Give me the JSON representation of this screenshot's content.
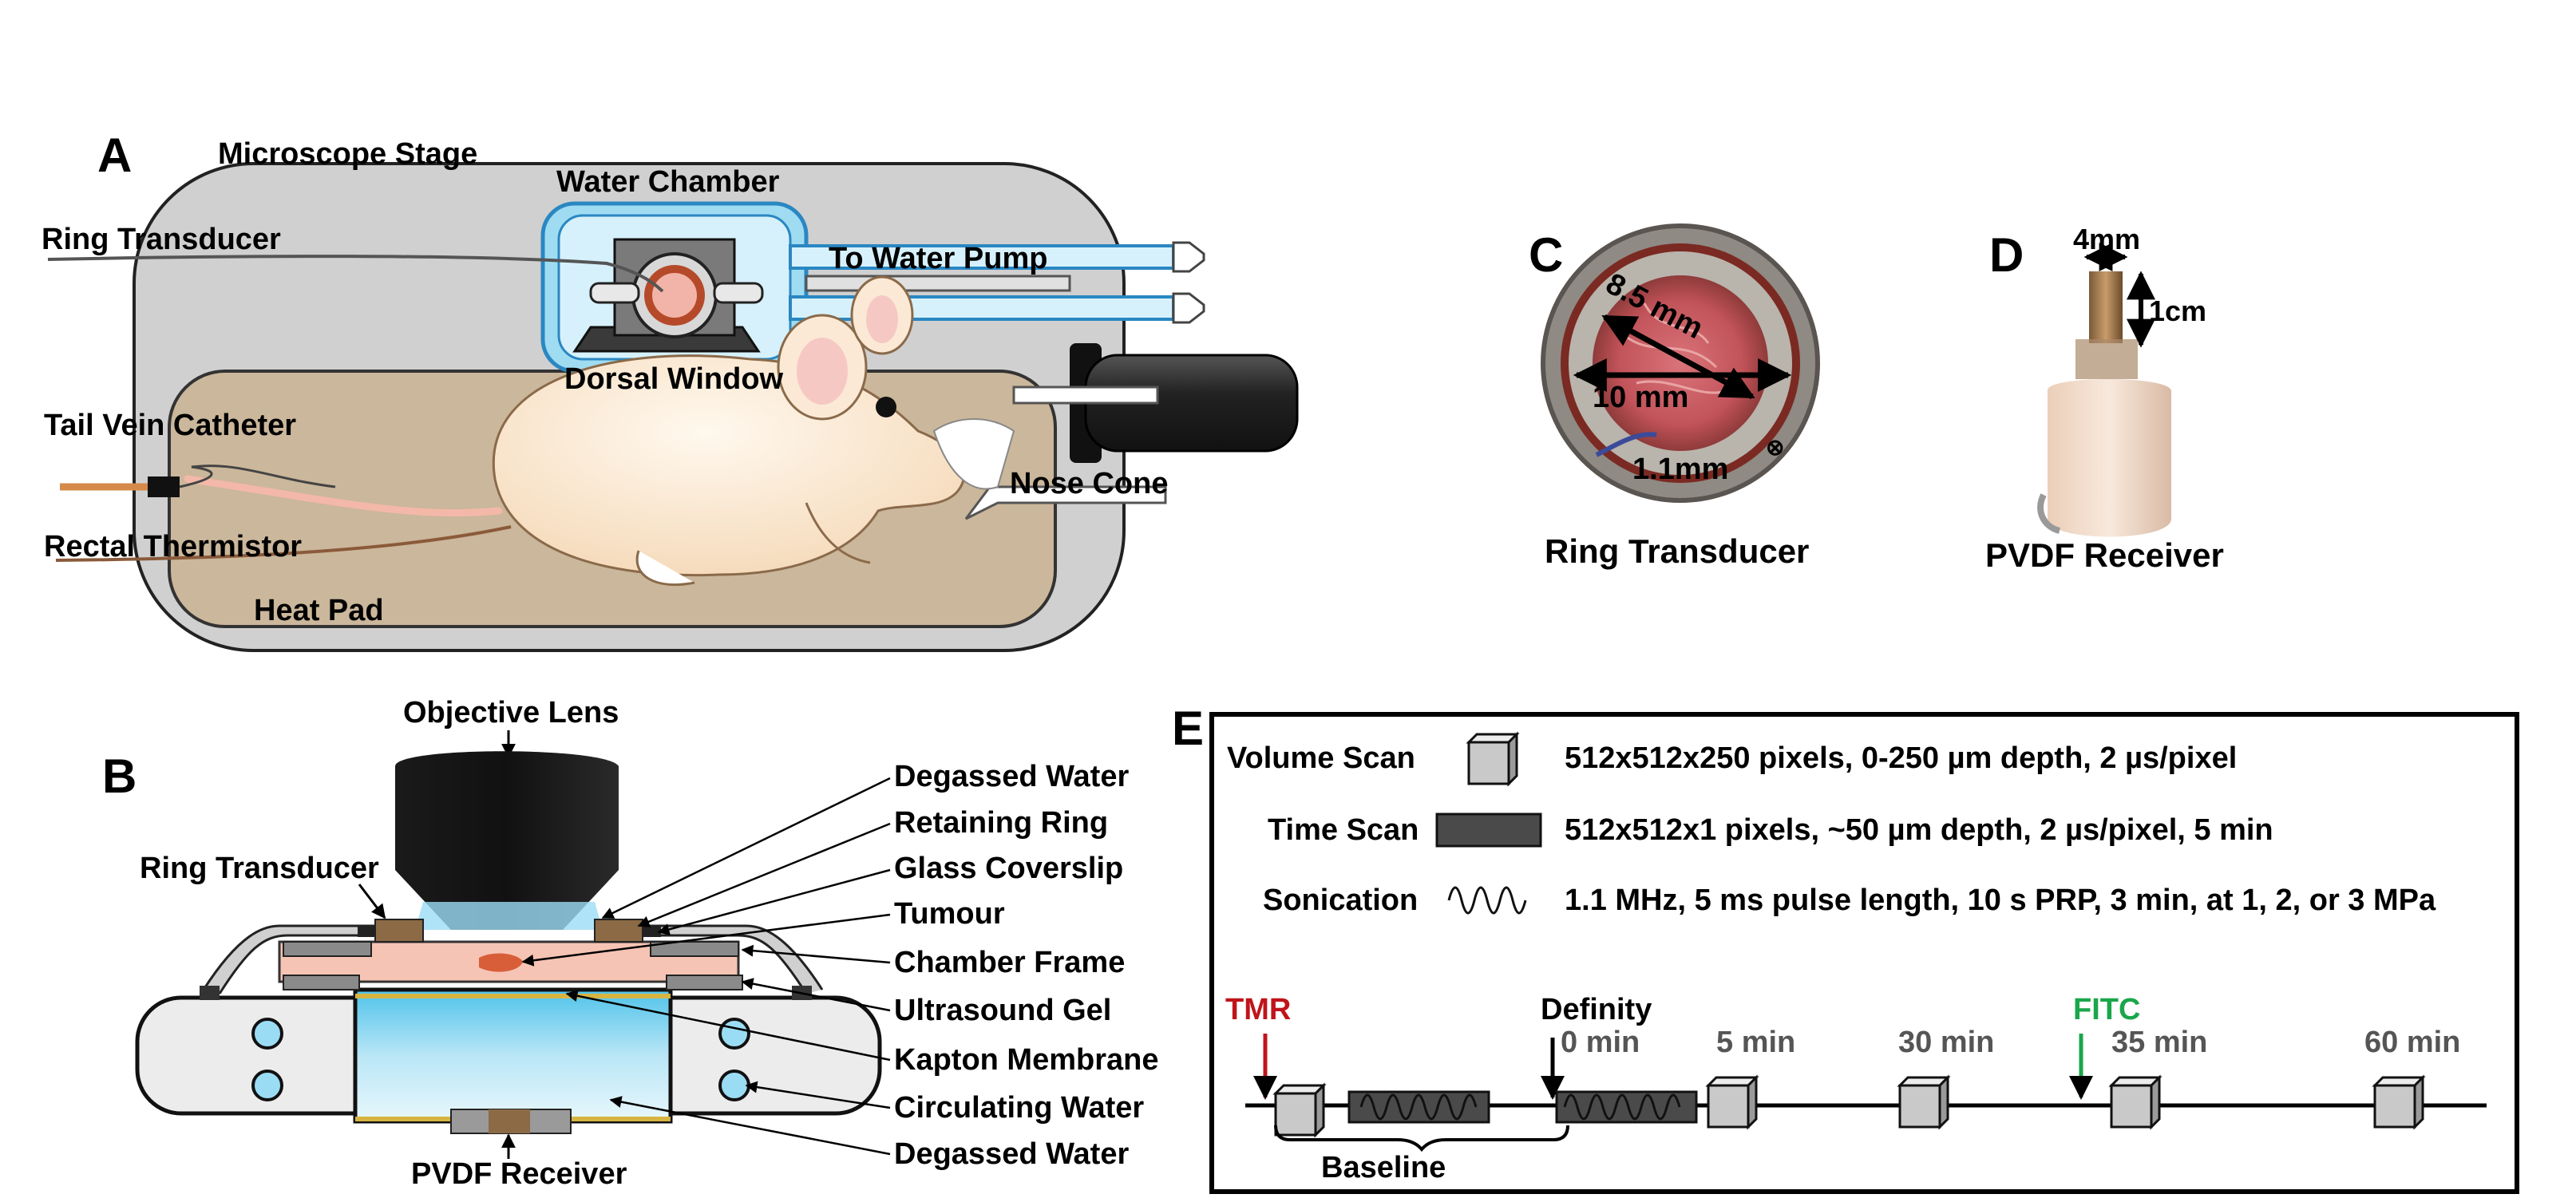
{
  "panel_a": {
    "letter": "A",
    "microscope_stage": "Microscope Stage",
    "water_chamber": "Water Chamber",
    "ring_transducer": "Ring Transducer",
    "to_water_pump": "To Water Pump",
    "dorsal_window": "Dorsal Window",
    "tail_vein_catheter": "Tail Vein Catheter",
    "nose_cone": "Nose Cone",
    "rectal_thermistor": "Rectal Thermistor",
    "heat_pad": "Heat Pad"
  },
  "panel_b": {
    "letter": "B",
    "objective_lens": "Objective Lens",
    "ring_transducer": "Ring Transducer",
    "pvdf_receiver": "PVDF Receiver",
    "right_labels": [
      "Degassed Water",
      "Retaining Ring",
      "Glass Coverslip",
      "Tumour",
      "Chamber Frame",
      "Ultrasound Gel",
      "Kapton Membrane",
      "Circulating Water",
      "Degassed Water"
    ]
  },
  "panel_c": {
    "letter": "C",
    "dim_inner": "8.5 mm",
    "dim_outer": "10 mm",
    "dim_thickness": "1.1mm",
    "caption": "Ring Transducer"
  },
  "panel_d": {
    "letter": "D",
    "dim_width": "4mm",
    "dim_height": "1cm",
    "caption": "PVDF Receiver"
  },
  "panel_e": {
    "letter": "E",
    "legend": [
      {
        "label": "Volume Scan",
        "desc": "512x512x250 pixels, 0-250 µm depth, 2 µs/pixel"
      },
      {
        "label": "Time Scan",
        "desc": "512x512x1 pixels, ~50 µm depth, 2 µs/pixel, 5 min"
      },
      {
        "label": "Sonication",
        "desc": "1.1 MHz, 5 ms pulse length, 10 s PRP, 3 min, at 1, 2, or 3 MPa"
      }
    ],
    "timeline": {
      "tmr": "TMR",
      "definity": "Definity",
      "fitc": "FITC",
      "baseline": "Baseline",
      "time_labels": [
        "0 min",
        "5 min",
        "30 min",
        "35 min",
        "60 min"
      ]
    },
    "colors": {
      "tmr": "#c0141b",
      "fitc": "#1aa64a"
    }
  }
}
